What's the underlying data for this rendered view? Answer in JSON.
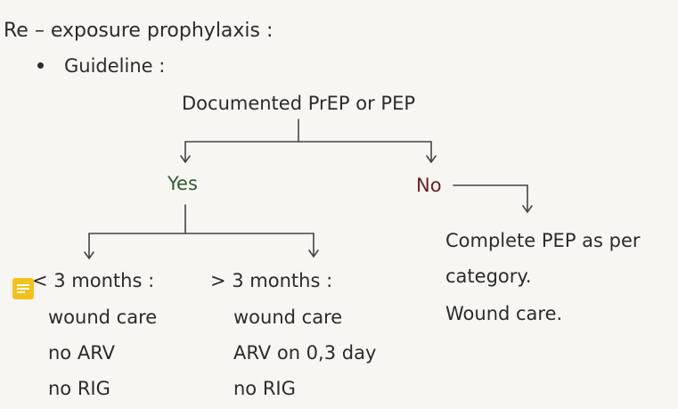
{
  "title": "Re – exposure prophylaxis :",
  "bullet": "Guideline :",
  "root": "Documented PrEP or PEP",
  "yes": "Yes",
  "no": "No",
  "less_3": {
    "header": "< 3 months :",
    "lines": [
      "wound care",
      "no ARV",
      "no RIG"
    ]
  },
  "more_3": {
    "header": "> 3 months :",
    "lines": [
      "wound care",
      "ARV on 0,3 day",
      "no RIG"
    ]
  },
  "no_branch": {
    "lines": [
      "Complete PEP as per",
      "category.",
      "Wound care."
    ]
  },
  "icon": "note-icon",
  "colors": {
    "yes": "#2e5b34",
    "no": "#6b1f1f",
    "note_icon": "#f3c21a",
    "ink": "#2b2b2b",
    "paper": "#f7f6f3"
  }
}
